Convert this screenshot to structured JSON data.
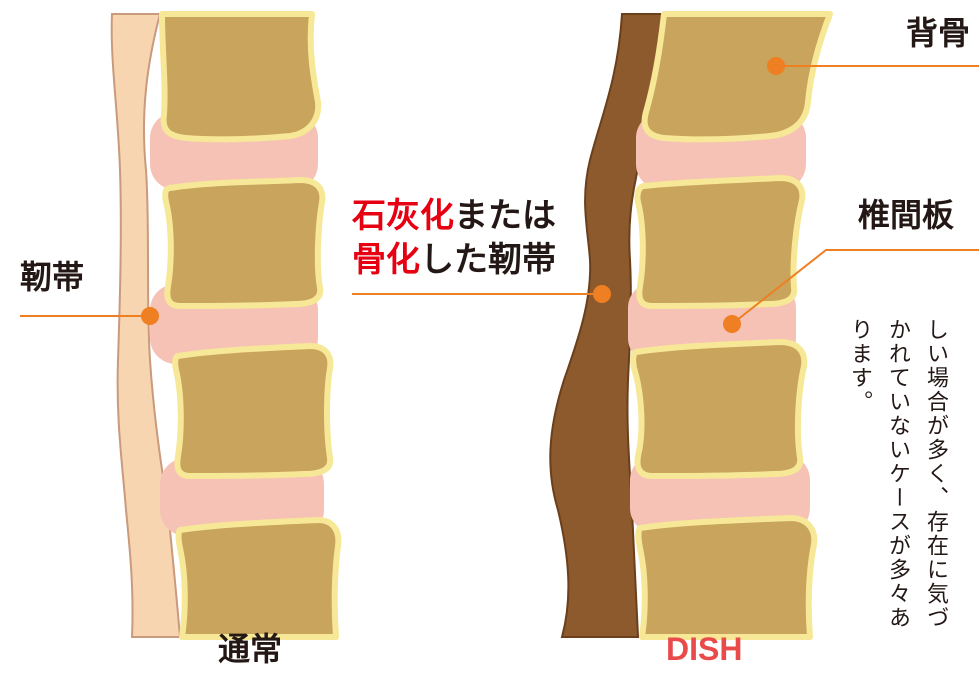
{
  "labels": {
    "ligament": "靭帯",
    "calcified_red1": "石灰化",
    "calcified_rest1": "または",
    "calcified_red2": "骨化",
    "calcified_rest2": "した靭帯",
    "vertebra": "背骨",
    "disc": "椎間板",
    "normal": "通常",
    "dish": "DISH"
  },
  "body_text": {
    "col1": "しい場合が多く、存在に気づ",
    "col2": "かれていないケースが多々あ",
    "col3": "ります。"
  },
  "colors": {
    "bone_fill": "#c9a45c",
    "bone_outline": "#f6e896",
    "disc_fill": "#f6c2b6",
    "normal_ligament": "#f7d5b1",
    "dish_ligament": "#8d5a2e",
    "leader_line": "#ee7f22",
    "highlight_red": "#e60012",
    "dish_label": "#e94a4a"
  }
}
